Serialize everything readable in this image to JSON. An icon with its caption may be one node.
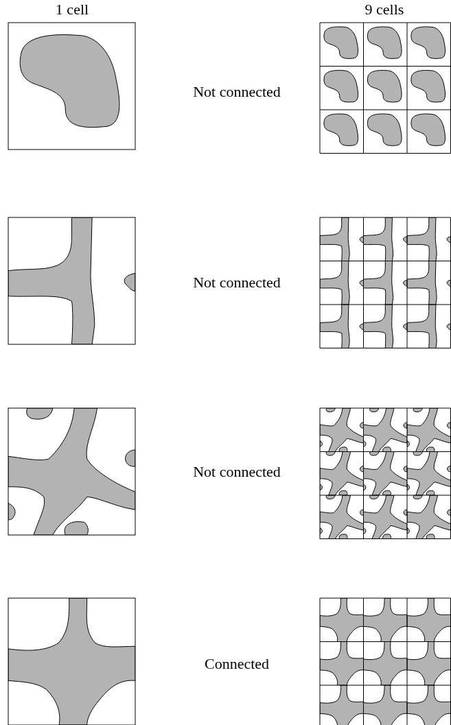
{
  "diagram": {
    "labels": [
      "1 cell",
      "9 cells",
      "Not connected",
      "Not connected",
      "Not connected",
      "Connected"
    ]
  }
}
